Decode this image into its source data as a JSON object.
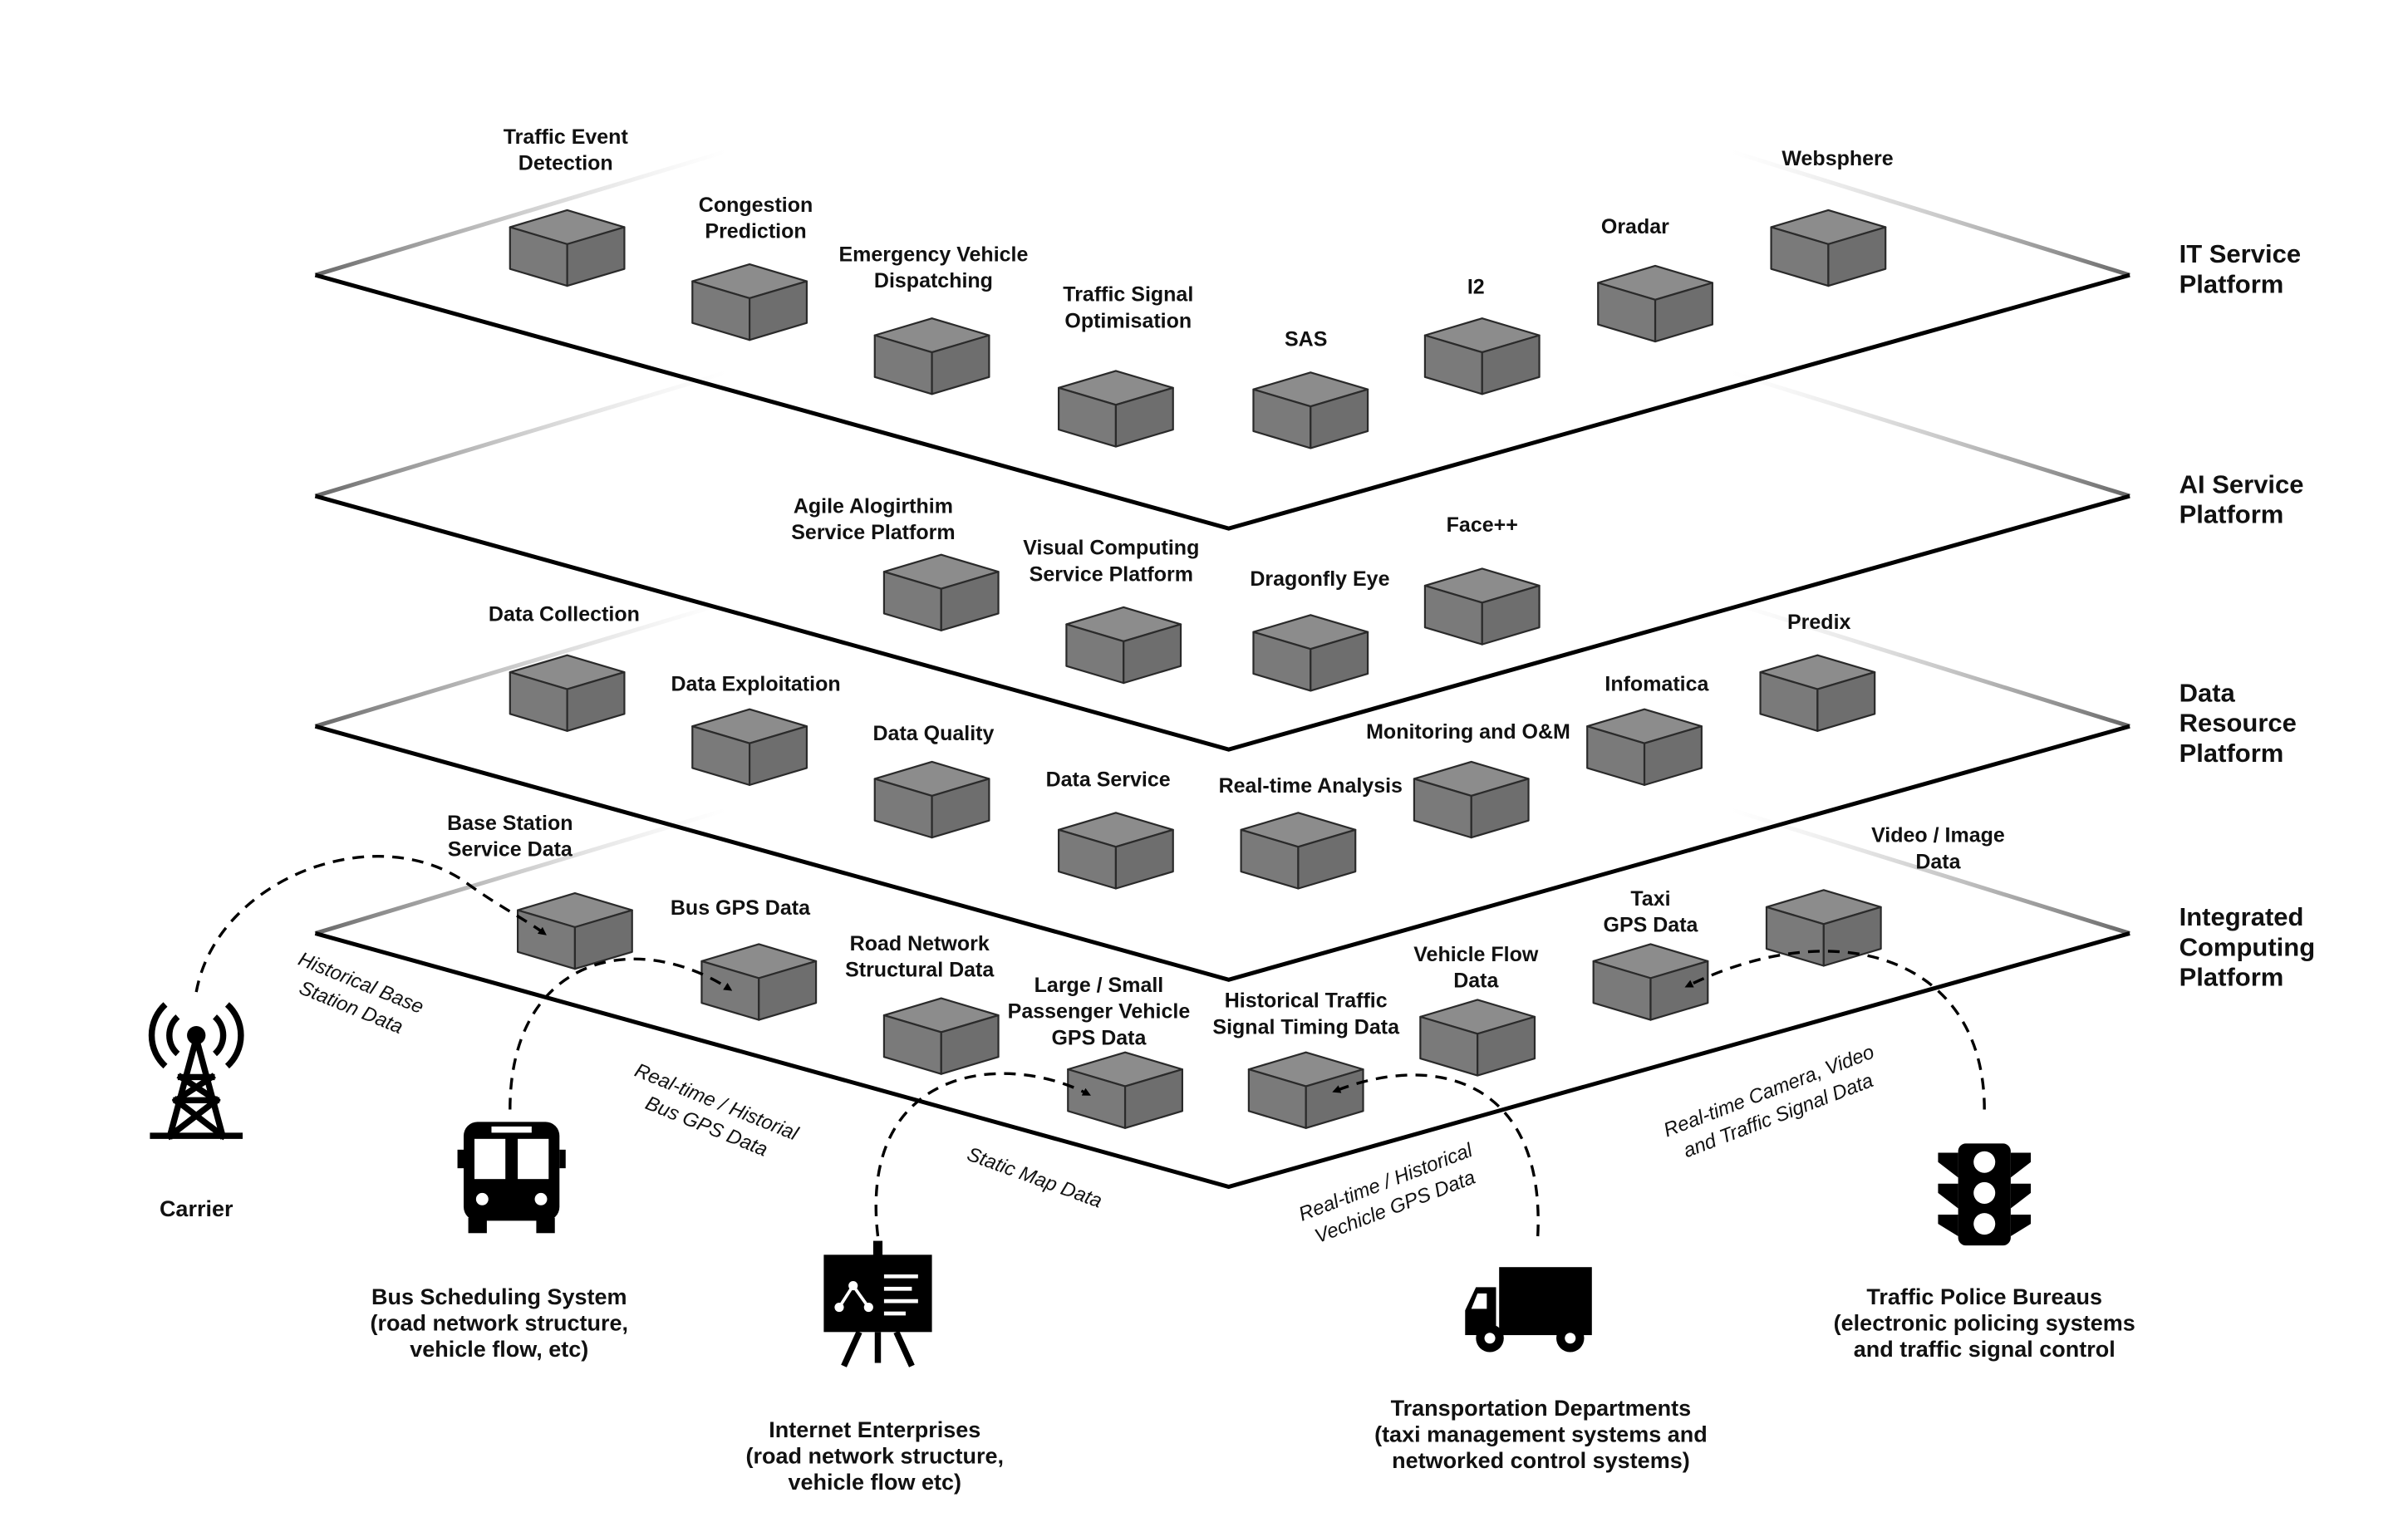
{
  "platforms": [
    {
      "name": "IT Service Platform",
      "lines": [
        "IT Service",
        "Platform"
      ]
    },
    {
      "name": "AI Service Platform",
      "lines": [
        "AI Service",
        "Platform"
      ]
    },
    {
      "name": "Data Resource Platform",
      "lines": [
        "Data",
        "Resource",
        "Platform"
      ]
    },
    {
      "name": "Integrated Computing Platform",
      "lines": [
        "Integrated",
        "Computing",
        "Platform"
      ]
    }
  ],
  "it_service": [
    {
      "lines": [
        "Traffic Event",
        "Detection"
      ]
    },
    {
      "lines": [
        "Congestion",
        "Prediction"
      ]
    },
    {
      "lines": [
        "Emergency Vehicle",
        "Dispatching"
      ]
    },
    {
      "lines": [
        "Traffic Signal",
        "Optimisation"
      ]
    },
    {
      "lines": [
        "SAS"
      ]
    },
    {
      "lines": [
        "I2"
      ]
    },
    {
      "lines": [
        "Oradar"
      ]
    },
    {
      "lines": [
        "Websphere"
      ]
    }
  ],
  "ai_service": [
    {
      "lines": [
        "Agile Alogirthim",
        "Service Platform"
      ]
    },
    {
      "lines": [
        "Visual Computing",
        "Service Platform"
      ]
    },
    {
      "lines": [
        "Dragonfly Eye"
      ]
    },
    {
      "lines": [
        "Face++"
      ]
    }
  ],
  "data_resource": [
    {
      "lines": [
        "Data Collection"
      ]
    },
    {
      "lines": [
        "Data Exploitation"
      ]
    },
    {
      "lines": [
        "Data Quality"
      ]
    },
    {
      "lines": [
        "Data Service"
      ]
    },
    {
      "lines": [
        "Real-time Analysis"
      ]
    },
    {
      "lines": [
        "Monitoring and O&M"
      ]
    },
    {
      "lines": [
        "Infomatica"
      ]
    },
    {
      "lines": [
        "Predix"
      ]
    }
  ],
  "integrated_computing": [
    {
      "lines": [
        "Base Station",
        "Service Data"
      ]
    },
    {
      "lines": [
        "Bus GPS Data"
      ]
    },
    {
      "lines": [
        "Road Network",
        "Structural Data"
      ]
    },
    {
      "lines": [
        "Large / Small",
        "Passenger Vehicle",
        "GPS Data"
      ]
    },
    {
      "lines": [
        "Historical Traffic",
        "Signal Timing Data"
      ]
    },
    {
      "lines": [
        "Vehicle Flow",
        "Data"
      ]
    },
    {
      "lines": [
        "Taxi",
        "GPS Data"
      ]
    },
    {
      "lines": [
        "Video / Image",
        "Data"
      ]
    }
  ],
  "sources": [
    {
      "name": "Carrier",
      "icon": "cell-tower-icon",
      "lines": [
        "Carrier"
      ]
    },
    {
      "name": "Bus Scheduling System",
      "icon": "bus-icon",
      "lines": [
        "Bus Scheduling System",
        "(road network structure,",
        "vehicle flow, etc)"
      ]
    },
    {
      "name": "Internet Enterprises",
      "icon": "presentation-board-icon",
      "lines": [
        "Internet Enterprises",
        "(road network structure,",
        "vehicle flow etc)"
      ]
    },
    {
      "name": "Transportation Departments",
      "icon": "truck-icon",
      "lines": [
        "Transportation Departments",
        "(taxi management systems and",
        "networked control systems)"
      ]
    },
    {
      "name": "Traffic Police Bureaus",
      "icon": "traffic-light-icon",
      "lines": [
        "Traffic Police Bureaus",
        "(electronic policing systems",
        "and traffic signal control"
      ]
    }
  ],
  "flows": [
    {
      "lines": [
        "Historical Base",
        "Station Data"
      ]
    },
    {
      "lines": [
        "Real-time / Historial",
        "Bus GPS Data"
      ]
    },
    {
      "lines": [
        "Static Map Data"
      ]
    },
    {
      "lines": [
        "Real-time / Historical",
        "Vechicle GPS Data"
      ]
    },
    {
      "lines": [
        "Real-time Camera, Video",
        "and Traffic Signal Data"
      ]
    }
  ]
}
